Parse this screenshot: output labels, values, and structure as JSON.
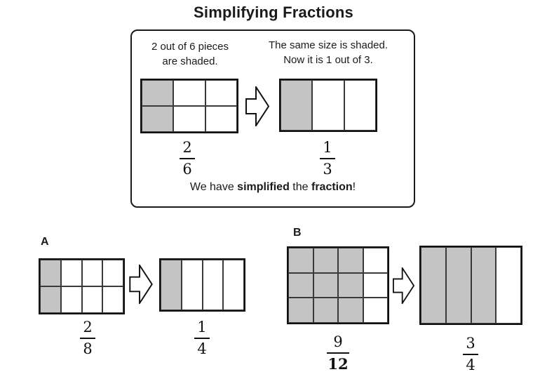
{
  "colors": {
    "shaded": "#c4c4c4",
    "line": "#1a1a1a"
  },
  "title": "Simplifying Fractions",
  "example": {
    "caption_left_line1": "2 out of 6 pieces",
    "caption_left_line2": "are shaded.",
    "caption_right_line1": "The same size is shaded.",
    "caption_right_line2": "Now it is 1 out of 3.",
    "arrow_icon": "right-block-arrow",
    "grid_before": {
      "rows": 2,
      "cols": 3,
      "shaded_cols": 1
    },
    "grid_after": {
      "rows": 1,
      "cols": 3,
      "shaded_cols": 1
    },
    "fraction_before": {
      "num": "2",
      "den": "6"
    },
    "fraction_after": {
      "num": "1",
      "den": "3"
    },
    "conclusion": {
      "prefix": "We have ",
      "bold1": "simplified",
      "middle": " the ",
      "bold2": "fraction",
      "suffix": "!"
    }
  },
  "exercises": [
    {
      "label": "A",
      "grid_before": {
        "rows": 2,
        "cols": 4,
        "shaded_cols": 1
      },
      "grid_after": {
        "rows": 1,
        "cols": 4,
        "shaded_cols": 1
      },
      "fraction_before": {
        "num": "2",
        "den": "8"
      },
      "fraction_after": {
        "num": "1",
        "den": "4"
      }
    },
    {
      "label": "B",
      "grid_before": {
        "rows": 3,
        "cols": 4,
        "shaded_cols": 3
      },
      "grid_after": {
        "rows": 1,
        "cols": 4,
        "shaded_cols": 3
      },
      "fraction_before": {
        "num": "9",
        "den": "12"
      },
      "fraction_after": {
        "num": "3",
        "den": "4"
      }
    }
  ]
}
